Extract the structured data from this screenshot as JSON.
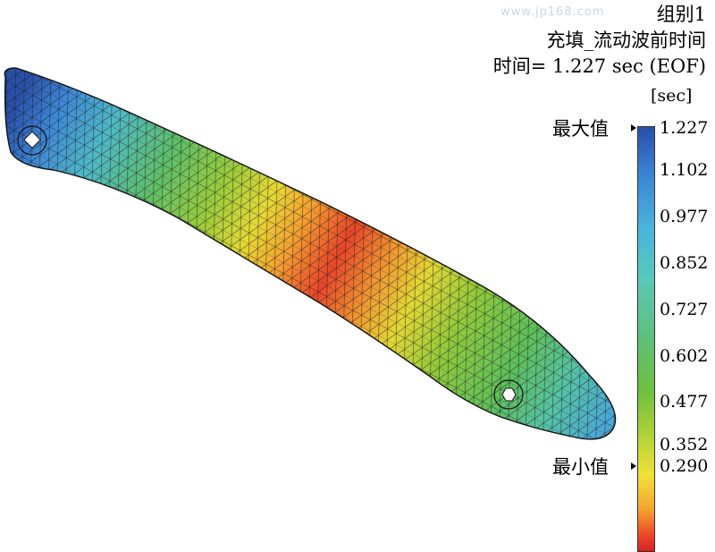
{
  "header": {
    "group_label": "组别1",
    "result_name": "充填_流动波前时间",
    "time_label": "时间= 1.227 sec (EOF)"
  },
  "watermark": "www.jp168.com",
  "legend": {
    "unit": "[sec]",
    "max_label": "最大值",
    "min_label": "最小值",
    "ticks": [
      "1.227",
      "1.102",
      "0.977",
      "0.852",
      "0.727",
      "0.602",
      "0.477",
      "0.352",
      "0.290"
    ],
    "colors": [
      "#2a4fa8",
      "#3b7fd2",
      "#49b4dd",
      "#5ac8b9",
      "#5fbf78",
      "#6cbf3f",
      "#b9d43a",
      "#f0e137",
      "#f5a531",
      "#ea4b2a",
      "#d92222"
    ]
  },
  "model": {
    "description_icon": "meshed-curved-bracket-fill-time-contour"
  }
}
